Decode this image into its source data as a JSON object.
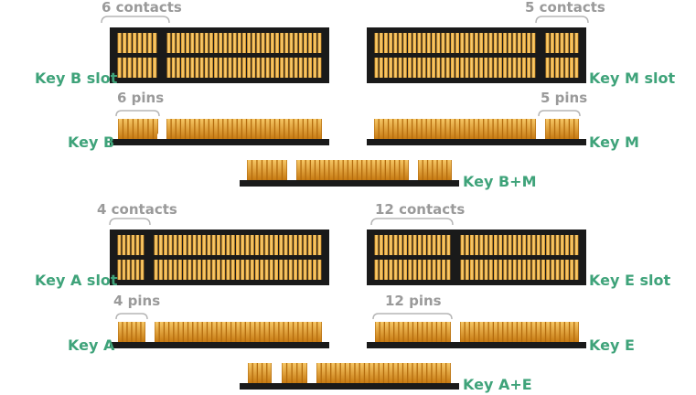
{
  "colors": {
    "label_green": "#3fa37a",
    "annotation_gray": "#9a9a9a",
    "slot_black": "#1a1a1a",
    "gold_light": "#f6c766",
    "gold_dark": "#c77a12"
  },
  "slots": {
    "key_b": {
      "label": "Key B slot",
      "annotation": "6 contacts"
    },
    "key_m": {
      "label": "Key M slot",
      "annotation": "5 contacts"
    },
    "key_a": {
      "label": "Key A slot",
      "annotation": "4 contacts"
    },
    "key_e": {
      "label": "Key E slot",
      "annotation": "12 contacts"
    }
  },
  "edges": {
    "key_b": {
      "label": "Key B",
      "annotation": "6 pins"
    },
    "key_m": {
      "label": "Key M",
      "annotation": "5 pins"
    },
    "key_bm": {
      "label": "Key B+M"
    },
    "key_a": {
      "label": "Key A",
      "annotation": "4 pins"
    },
    "key_e": {
      "label": "Key E",
      "annotation": "12 pins"
    },
    "key_ae": {
      "label": "Key A+E"
    }
  }
}
